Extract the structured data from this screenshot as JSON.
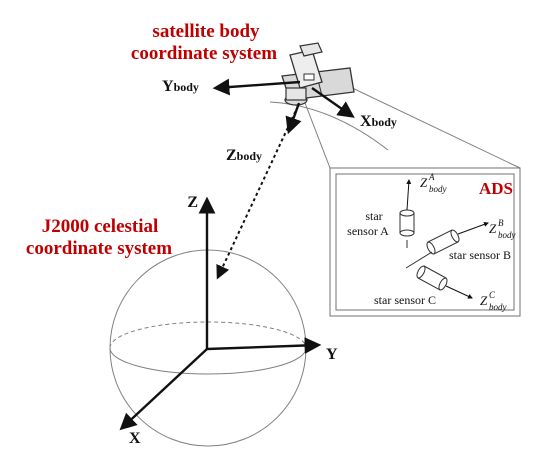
{
  "colors": {
    "title_red": "#c00000",
    "ink": "#111111",
    "gray_line": "#808080",
    "satellite_fill": "#d9d9d9",
    "ads_box_border": "#707070"
  },
  "satellite_label": {
    "line1": "satellite body",
    "line2": "coordinate system"
  },
  "body_axes": {
    "y_main": "Y",
    "y_sub": "body",
    "x_main": "X",
    "x_sub": "body",
    "z_main": "Z",
    "z_sub": "body"
  },
  "j2000_label": {
    "line1": "J2000 celestial",
    "line2": "coordinate system"
  },
  "inertial_axes": {
    "z": "Z",
    "y": "Y",
    "x": "X"
  },
  "ads_panel": {
    "title": "ADS",
    "sensor_a_line1": "star",
    "sensor_a_line2": "sensor A",
    "sensor_b": "star sensor B",
    "sensor_c": "star sensor C",
    "z_letter": "Z",
    "sub_body": "body",
    "sup_a": "A",
    "sup_b": "B",
    "sup_c": "C"
  }
}
